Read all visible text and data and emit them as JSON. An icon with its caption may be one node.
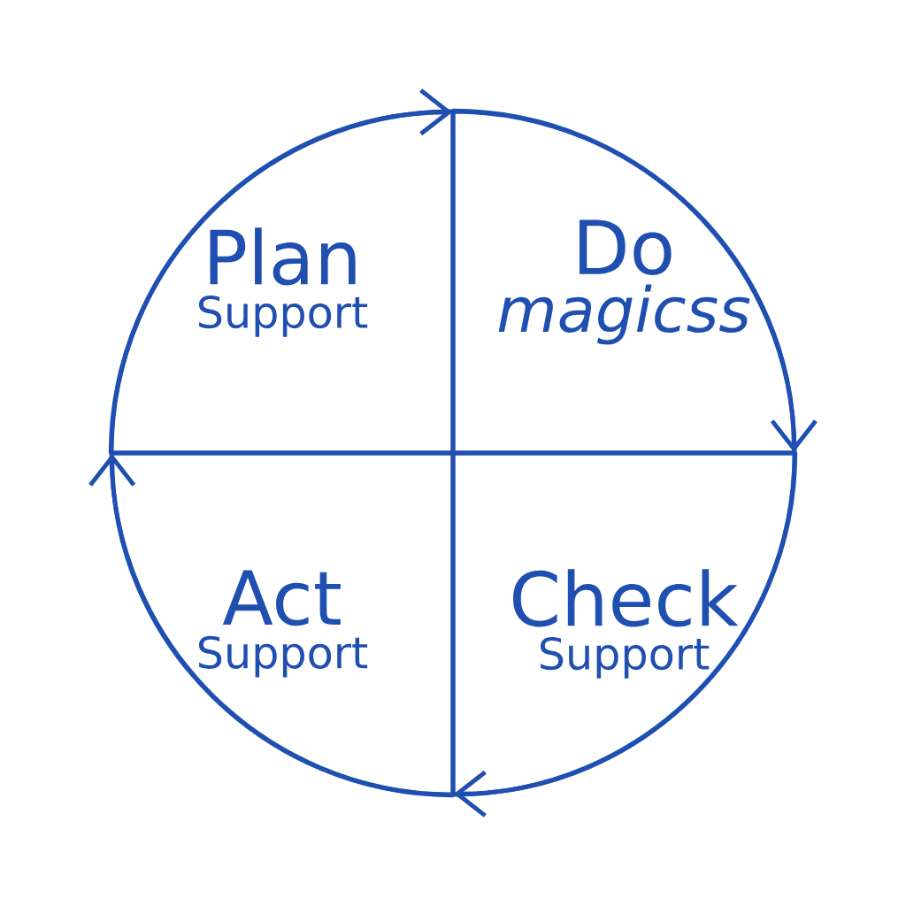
{
  "diagram": {
    "nodes": [
      {
        "text": [
          "Plan",
          "Support"
        ]
      },
      {
        "text": [
          "Do",
          "magicss"
        ]
      },
      {
        "text": [
          "Check",
          "Support"
        ]
      },
      {
        "text": [
          "Act",
          "Support"
        ]
      }
    ],
    "edges": [
      {
        "from": 0,
        "to": 1,
        "arrow": "to"
      },
      {
        "from": 1,
        "to": 2,
        "arrow": "to"
      },
      {
        "from": 2,
        "to": 3,
        "arrow": "to"
      },
      {
        "from": 3,
        "to": 0,
        "arrow": "to"
      }
    ]
  }
}
